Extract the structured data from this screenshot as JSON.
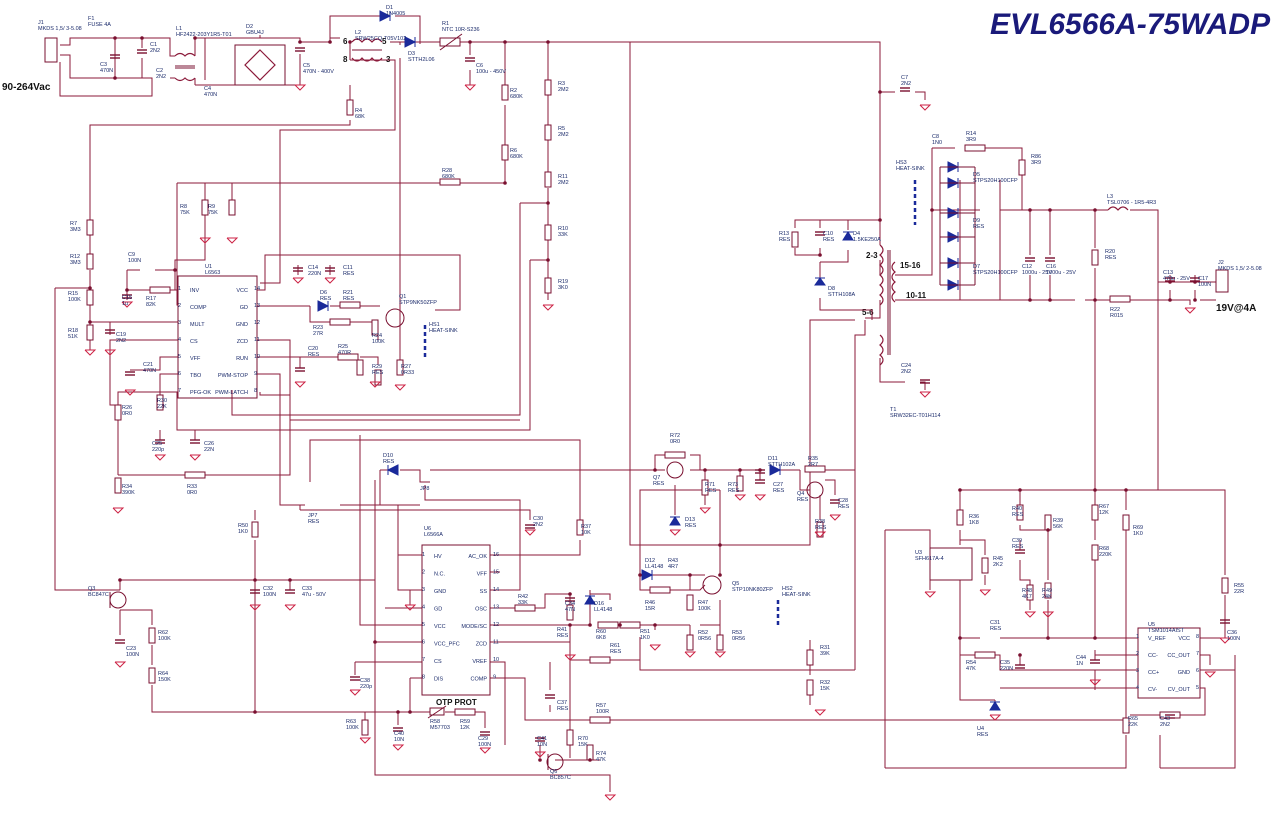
{
  "title": "EVL6566A-75WADP",
  "input_label": "90-264Vac",
  "output_label": "19V@4A",
  "otp_label": "OTP PROT",
  "pin_labels": {
    "n23": "2-3",
    "n1516": "15-16",
    "n1011": "10-11",
    "n56": "5-6",
    "l6": "6",
    "l5": "5",
    "l8": "8",
    "l3": "3"
  },
  "components": [
    {
      "id": "J1",
      "l1": "J1",
      "l2": "MKDS 1,5/ 3-5.08"
    },
    {
      "id": "F1",
      "l1": "F1",
      "l2": "FUSE 4A"
    },
    {
      "id": "C1",
      "l1": "C1",
      "l2": "2N2"
    },
    {
      "id": "C2",
      "l1": "C2",
      "l2": "2N2"
    },
    {
      "id": "C3",
      "l1": "C3",
      "l2": "470N"
    },
    {
      "id": "L1",
      "l1": "L1",
      "l2": "HF2422-203Y1R5-T01"
    },
    {
      "id": "C4",
      "l1": "C4",
      "l2": "470N"
    },
    {
      "id": "D2",
      "l1": "D2",
      "l2": "GBU4J"
    },
    {
      "id": "C5",
      "l1": "C5",
      "l2": "470N - 400V"
    },
    {
      "id": "D1",
      "l1": "D1",
      "l2": "1N4005"
    },
    {
      "id": "L2",
      "l1": "L2",
      "l2": "SRW25CQ-T05V102"
    },
    {
      "id": "D3",
      "l1": "D3",
      "l2": "STTH2L06"
    },
    {
      "id": "R1",
      "l1": "R1",
      "l2": "NTC 10R-S236"
    },
    {
      "id": "C6",
      "l1": "C6",
      "l2": "100u - 450V"
    },
    {
      "id": "R2",
      "l1": "R2",
      "l2": "680K"
    },
    {
      "id": "R3",
      "l1": "R3",
      "l2": "2M2"
    },
    {
      "id": "R4",
      "l1": "R4",
      "l2": "68K"
    },
    {
      "id": "R5",
      "l1": "R5",
      "l2": "2M2"
    },
    {
      "id": "R6",
      "l1": "R6",
      "l2": "680K"
    },
    {
      "id": "R11",
      "l1": "R11",
      "l2": "2M2"
    },
    {
      "id": "R28",
      "l1": "R28",
      "l2": "680K"
    },
    {
      "id": "R10",
      "l1": "R10",
      "l2": "33K"
    },
    {
      "id": "R19",
      "l1": "R19",
      "l2": "3K0"
    },
    {
      "id": "R8",
      "l1": "R8",
      "l2": "75K"
    },
    {
      "id": "R9",
      "l1": "R9",
      "l2": "75K"
    },
    {
      "id": "R7",
      "l1": "R7",
      "l2": "3M3"
    },
    {
      "id": "R12",
      "l1": "R12",
      "l2": "3M3"
    },
    {
      "id": "R15",
      "l1": "R15",
      "l2": "100K"
    },
    {
      "id": "R18",
      "l1": "R18",
      "l2": "51K"
    },
    {
      "id": "C9",
      "l1": "C9",
      "l2": "100N"
    },
    {
      "id": "C15",
      "l1": "C15",
      "l2": "1u"
    },
    {
      "id": "R17",
      "l1": "R17",
      "l2": "82K"
    },
    {
      "id": "C19",
      "l1": "C19",
      "l2": "2N2"
    },
    {
      "id": "U1",
      "l1": "U1",
      "l2": "L6563"
    },
    {
      "id": "C14",
      "l1": "C14",
      "l2": "220N"
    },
    {
      "id": "C11",
      "l1": "C11",
      "l2": "RES"
    },
    {
      "id": "D6",
      "l1": "D6",
      "l2": "RES"
    },
    {
      "id": "R21",
      "l1": "R21",
      "l2": "RES"
    },
    {
      "id": "R23",
      "l1": "R23",
      "l2": "27R"
    },
    {
      "id": "Q1",
      "l1": "Q1",
      "l2": "STP9NK50ZFP"
    },
    {
      "id": "HS1",
      "l1": "HS1",
      "l2": "HEAT-SINK"
    },
    {
      "id": "R24",
      "l1": "R24",
      "l2": "100K"
    },
    {
      "id": "R25",
      "l1": "R25",
      "l2": "470R"
    },
    {
      "id": "C20",
      "l1": "C20",
      "l2": "RES"
    },
    {
      "id": "R29",
      "l1": "R29",
      "l2": "RES"
    },
    {
      "id": "R27",
      "l1": "R27",
      "l2": "0R33"
    },
    {
      "id": "C21",
      "l1": "C21",
      "l2": "470N"
    },
    {
      "id": "R30",
      "l1": "R30",
      "l2": "22K"
    },
    {
      "id": "R26",
      "l1": "R26",
      "l2": "0R0"
    },
    {
      "id": "C25",
      "l1": "C25",
      "l2": "220p"
    },
    {
      "id": "C26",
      "l1": "C26",
      "l2": "22N"
    },
    {
      "id": "R34",
      "l1": "R34",
      "l2": "390K"
    },
    {
      "id": "R33",
      "l1": "R33",
      "l2": "0R0"
    },
    {
      "id": "C7",
      "l1": "C7",
      "l2": "2N2"
    },
    {
      "id": "C8",
      "l1": "C8",
      "l2": "1N0"
    },
    {
      "id": "R14",
      "l1": "R14",
      "l2": "3R9"
    },
    {
      "id": "R86",
      "l1": "R86",
      "l2": "3R9"
    },
    {
      "id": "HS3",
      "l1": "HS3",
      "l2": "HEAT-SINK"
    },
    {
      "id": "D5",
      "l1": "D5",
      "l2": "STPS20H100CFP"
    },
    {
      "id": "D9",
      "l1": "D9",
      "l2": "RES"
    },
    {
      "id": "D7",
      "l1": "D7",
      "l2": "STPS20H100CFP"
    },
    {
      "id": "R13",
      "l1": "R13",
      "l2": "RES"
    },
    {
      "id": "C10",
      "l1": "C10",
      "l2": "RES"
    },
    {
      "id": "D4",
      "l1": "D4",
      "l2": "1.5KE250A"
    },
    {
      "id": "D8",
      "l1": "D8",
      "l2": "STTH108A"
    },
    {
      "id": "C12",
      "l1": "C12",
      "l2": "1000u - 25V"
    },
    {
      "id": "C16",
      "l1": "C16",
      "l2": "1000u - 25V"
    },
    {
      "id": "L3",
      "l1": "L3",
      "l2": "TSL0706 - 1R5-4R3"
    },
    {
      "id": "R20",
      "l1": "R20",
      "l2": "RES"
    },
    {
      "id": "R22",
      "l1": "R22",
      "l2": "R015"
    },
    {
      "id": "C13",
      "l1": "C13",
      "l2": "470u - 25V"
    },
    {
      "id": "C17",
      "l1": "C17",
      "l2": "100N"
    },
    {
      "id": "J2",
      "l1": "J2",
      "l2": "MKDS 1,5/ 2-5.08"
    },
    {
      "id": "C24",
      "l1": "C24",
      "l2": "2N2"
    },
    {
      "id": "T1",
      "l1": "T1",
      "l2": "SRW32EC-T01H114"
    },
    {
      "id": "D10",
      "l1": "D10",
      "l2": "RES"
    },
    {
      "id": "JP8",
      "l1": "JP8",
      "l2": ""
    },
    {
      "id": "JP7",
      "l1": "JP7",
      "l2": "RES"
    },
    {
      "id": "R72",
      "l1": "R72",
      "l2": "0R0"
    },
    {
      "id": "Q7",
      "l1": "Q7",
      "l2": "RES"
    },
    {
      "id": "R71",
      "l1": "R71",
      "l2": "RES"
    },
    {
      "id": "D13",
      "l1": "D13",
      "l2": "RES"
    },
    {
      "id": "R73",
      "l1": "R73",
      "l2": "RES"
    },
    {
      "id": "D11",
      "l1": "D11",
      "l2": "STTH102A"
    },
    {
      "id": "C27",
      "l1": "C27",
      "l2": "RES"
    },
    {
      "id": "R35",
      "l1": "R35",
      "l2": "2R7"
    },
    {
      "id": "Q4",
      "l1": "Q4",
      "l2": "RES"
    },
    {
      "id": "C28",
      "l1": "C28",
      "l2": "RES"
    },
    {
      "id": "R38",
      "l1": "R38",
      "l2": "RES"
    },
    {
      "id": "C30",
      "l1": "C30",
      "l2": "2N2"
    },
    {
      "id": "R50",
      "l1": "R50",
      "l2": "1K0"
    },
    {
      "id": "U6",
      "l1": "U6",
      "l2": "L6566A"
    },
    {
      "id": "R37",
      "l1": "R37",
      "l2": "10K"
    },
    {
      "id": "D12",
      "l1": "D12",
      "l2": "LL4148"
    },
    {
      "id": "R43",
      "l1": "R43",
      "l2": "4R7"
    },
    {
      "id": "Q5",
      "l1": "Q5",
      "l2": "STP10NK80ZFP"
    },
    {
      "id": "HS2",
      "l1": "HS2",
      "l2": "HEAT-SINK"
    },
    {
      "id": "R46",
      "l1": "R46",
      "l2": "15R"
    },
    {
      "id": "R47",
      "l1": "R47",
      "l2": "100K"
    },
    {
      "id": "Q3",
      "l1": "Q3",
      "l2": "BC847C"
    },
    {
      "id": "C32",
      "l1": "C32",
      "l2": "100N"
    },
    {
      "id": "C33",
      "l1": "C33",
      "l2": "47u - 50V"
    },
    {
      "id": "C23",
      "l1": "C23",
      "l2": "100N"
    },
    {
      "id": "R62",
      "l1": "R62",
      "l2": "100K"
    },
    {
      "id": "R64",
      "l1": "R64",
      "l2": "150K"
    },
    {
      "id": "R42",
      "l1": "R42",
      "l2": "33K"
    },
    {
      "id": "C34",
      "l1": "C34",
      "l2": "47N"
    },
    {
      "id": "D16",
      "l1": "D16",
      "l2": "LL4148"
    },
    {
      "id": "R41",
      "l1": "R41",
      "l2": "RES"
    },
    {
      "id": "R60",
      "l1": "R60",
      "l2": "6K8"
    },
    {
      "id": "R51",
      "l1": "R51",
      "l2": "1K0"
    },
    {
      "id": "R52",
      "l1": "R52",
      "l2": "0R56"
    },
    {
      "id": "R53",
      "l1": "R53",
      "l2": "0R56"
    },
    {
      "id": "R61",
      "l1": "R61",
      "l2": "RES"
    },
    {
      "id": "R31",
      "l1": "R31",
      "l2": "39K"
    },
    {
      "id": "R32",
      "l1": "R32",
      "l2": "15K"
    },
    {
      "id": "C38",
      "l1": "C38",
      "l2": "220p"
    },
    {
      "id": "C37",
      "l1": "C37",
      "l2": "RES"
    },
    {
      "id": "R57",
      "l1": "R57",
      "l2": "100R"
    },
    {
      "id": "R63",
      "l1": "R63",
      "l2": "100K"
    },
    {
      "id": "C40",
      "l1": "C40",
      "l2": "10N"
    },
    {
      "id": "R58",
      "l1": "R58",
      "l2": "M57703"
    },
    {
      "id": "R59",
      "l1": "R59",
      "l2": "12K"
    },
    {
      "id": "C29",
      "l1": "C29",
      "l2": "100N"
    },
    {
      "id": "C41",
      "l1": "C41",
      "l2": "10N"
    },
    {
      "id": "R70",
      "l1": "R70",
      "l2": "15K"
    },
    {
      "id": "R74",
      "l1": "R74",
      "l2": "47K"
    },
    {
      "id": "Q6",
      "l1": "Q6",
      "l2": "BC857C"
    },
    {
      "id": "R36",
      "l1": "R36",
      "l2": "1K8"
    },
    {
      "id": "R40",
      "l1": "R40",
      "l2": "RES"
    },
    {
      "id": "C39",
      "l1": "C39",
      "l2": "RES"
    },
    {
      "id": "R39",
      "l1": "R39",
      "l2": "56K"
    },
    {
      "id": "R67",
      "l1": "R67",
      "l2": "12K"
    },
    {
      "id": "R69",
      "l1": "R69",
      "l2": "1K0"
    },
    {
      "id": "R68",
      "l1": "R68",
      "l2": "220K"
    },
    {
      "id": "U3",
      "l1": "U3",
      "l2": "SFH617A-4"
    },
    {
      "id": "R45",
      "l1": "R45",
      "l2": "2K2"
    },
    {
      "id": "R48",
      "l1": "R48",
      "l2": "4K7"
    },
    {
      "id": "R49",
      "l1": "R49",
      "l2": "24K"
    },
    {
      "id": "R55",
      "l1": "R55",
      "l2": "22R"
    },
    {
      "id": "C36",
      "l1": "C36",
      "l2": "100N"
    },
    {
      "id": "C31",
      "l1": "C31",
      "l2": "RES"
    },
    {
      "id": "R54",
      "l1": "R54",
      "l2": "47K"
    },
    {
      "id": "C35",
      "l1": "C35",
      "l2": "220N"
    },
    {
      "id": "C44",
      "l1": "C44",
      "l2": "1N"
    },
    {
      "id": "U5",
      "l1": "U5",
      "l2": "TSM1014AIST"
    },
    {
      "id": "U4",
      "l1": "U4",
      "l2": "RES"
    },
    {
      "id": "R65",
      "l1": "R65",
      "l2": "22K"
    },
    {
      "id": "C43",
      "l1": "C43",
      "l2": "2N2"
    }
  ],
  "u1_pins": [
    "INV",
    "COMP",
    "MULT",
    "CS",
    "VFF",
    "TBO",
    "PFG-OK",
    "VCC",
    "GD",
    "GND",
    "ZCD",
    "RUN",
    "PWM-STOP",
    "PWM-LATCH"
  ],
  "u1_pinnums": [
    "1",
    "2",
    "3",
    "4",
    "5",
    "6",
    "7",
    "14",
    "13",
    "12",
    "11",
    "10",
    "9",
    "8"
  ],
  "u6_pins": [
    "HV",
    "N.C.",
    "GND",
    "GD",
    "VCC",
    "VCC_PFC",
    "CS",
    "DIS",
    "AC_OK",
    "VFF",
    "SS",
    "OSC",
    "MODE/SC",
    "ZCD",
    "VREF",
    "COMP"
  ],
  "u6_pinnums": [
    "1",
    "2",
    "3",
    "4",
    "5",
    "6",
    "7",
    "8",
    "16",
    "15",
    "14",
    "13",
    "12",
    "11",
    "10",
    "9"
  ],
  "u5_pins": [
    "V_REF",
    "CC-",
    "CC+",
    "CV-",
    "VCC",
    "CC_OUT",
    "GND",
    "CV_OUT"
  ],
  "u5_pinnums": [
    "1",
    "2",
    "3",
    "4",
    "8",
    "7",
    "6",
    "5"
  ]
}
